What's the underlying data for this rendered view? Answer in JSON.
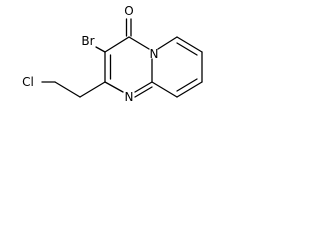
{
  "molecule": {
    "atoms": {
      "oxygen": "O",
      "bromine": "Br",
      "chlorine": "Cl",
      "bridgehead_nitrogen": "N",
      "ring_nitrogen": "N"
    }
  }
}
